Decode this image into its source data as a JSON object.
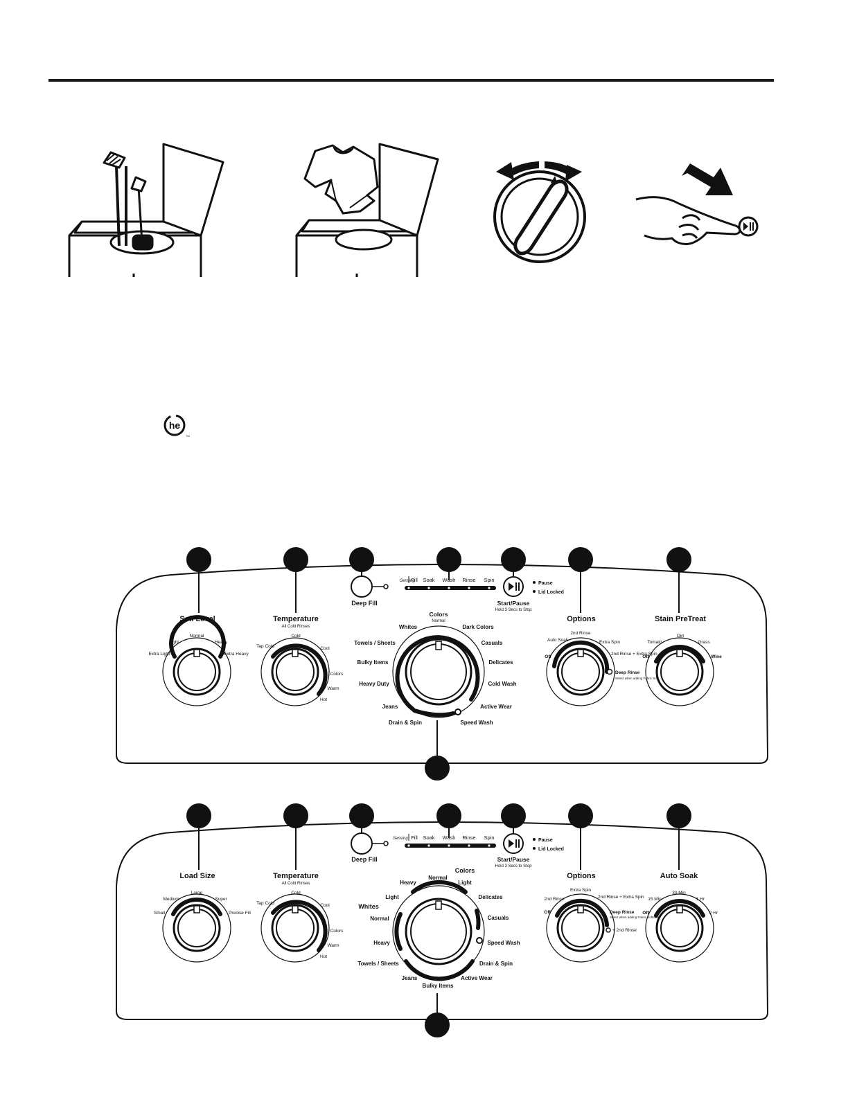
{
  "panel1": {
    "left_knob": {
      "title": "Soil Level",
      "subtitle": "",
      "settings": [
        "Extra Light",
        "Light",
        "Normal",
        "Heavy",
        "Extra Heavy"
      ]
    },
    "temperature": {
      "title": "Temperature",
      "subtitle": "All Cold Rinses",
      "settings": [
        "Tap Cold",
        "Cold",
        "Cool",
        "Colors",
        "Warm",
        "Hot"
      ]
    },
    "deep_fill_label": "Deep Fill",
    "status": {
      "sensing": "Sensing",
      "stages": [
        "Fill",
        "Soak",
        "Wash",
        "Rinse",
        "Spin"
      ]
    },
    "start_pause": {
      "label": "Start/Pause",
      "sub": "Hold 3 Secs to Stop",
      "icon": "play-pause-icon"
    },
    "indicators": [
      "Pause",
      "Lid Locked"
    ],
    "cycles": {
      "top_label": "Colors",
      "top_sub": "Normal",
      "left": [
        "Whites",
        "Towels / Sheets",
        "Bulky Items",
        "Heavy Duty",
        "Jeans",
        "Drain & Spin"
      ],
      "right": [
        "Dark Colors",
        "Casuals",
        "Delicates",
        "Cold Wash",
        "Active Wear",
        "Speed Wash"
      ]
    },
    "options": {
      "title": "Options",
      "settings": [
        "Off",
        "Auto Soak",
        "2nd Rinse",
        "Extra Spin",
        "2nd Rinse + Extra Spin",
        "Deep Rinse"
      ],
      "deep_rinse_note": "Select when adding Fabric Softener"
    },
    "right_knob": {
      "title": "Stain PreTreat",
      "settings": [
        "Off",
        "Tomato",
        "Dirt",
        "Grass",
        "Wine"
      ]
    }
  },
  "panel2": {
    "left_knob": {
      "title": "Load Size",
      "settings": [
        "Small",
        "Medium",
        "Large",
        "Super",
        "Precise Fill"
      ]
    },
    "temperature": {
      "title": "Temperature",
      "subtitle": "All Cold Rinses",
      "settings": [
        "Tap Cold",
        "Cold",
        "Cool",
        "Colors",
        "Warm",
        "Hot"
      ]
    },
    "deep_fill_label": "Deep Fill",
    "status": {
      "sensing": "Sensing",
      "stages": [
        "Fill",
        "Soak",
        "Wash",
        "Rinse",
        "Spin"
      ]
    },
    "start_pause": {
      "label": "Start/Pause",
      "sub": "Hold 3 Secs to Stop",
      "icon": "play-pause-icon"
    },
    "indicators": [
      "Pause",
      "Lid Locked"
    ],
    "cycles": {
      "colors_label": "Colors",
      "whites_label": "Whites",
      "colors": [
        "Light",
        "Normal",
        "Heavy"
      ],
      "whites": [
        "Light",
        "Normal",
        "Heavy"
      ],
      "right": [
        "Delicates",
        "Casuals",
        "Speed Wash",
        "Drain & Spin",
        "Active Wear"
      ],
      "bottom": [
        "Towels / Sheets",
        "Jeans",
        "Bulky Items"
      ]
    },
    "options": {
      "title": "Options",
      "settings": [
        "Off",
        "2nd Rinse",
        "Extra Spin",
        "2nd Rinse + Extra Spin",
        "Deep Rinse",
        "+ 2nd Rinse"
      ],
      "deep_rinse_note": "Select when adding Fabric Softener"
    },
    "right_knob": {
      "title": "Auto Soak",
      "settings": [
        "Off",
        "15 Min",
        "30 Min",
        "1 Hr",
        "2 Hr"
      ]
    }
  },
  "logo": {
    "text": "he",
    "icon": "he-logo-icon"
  },
  "colors": {
    "ink": "#111111",
    "paper": "#ffffff"
  }
}
